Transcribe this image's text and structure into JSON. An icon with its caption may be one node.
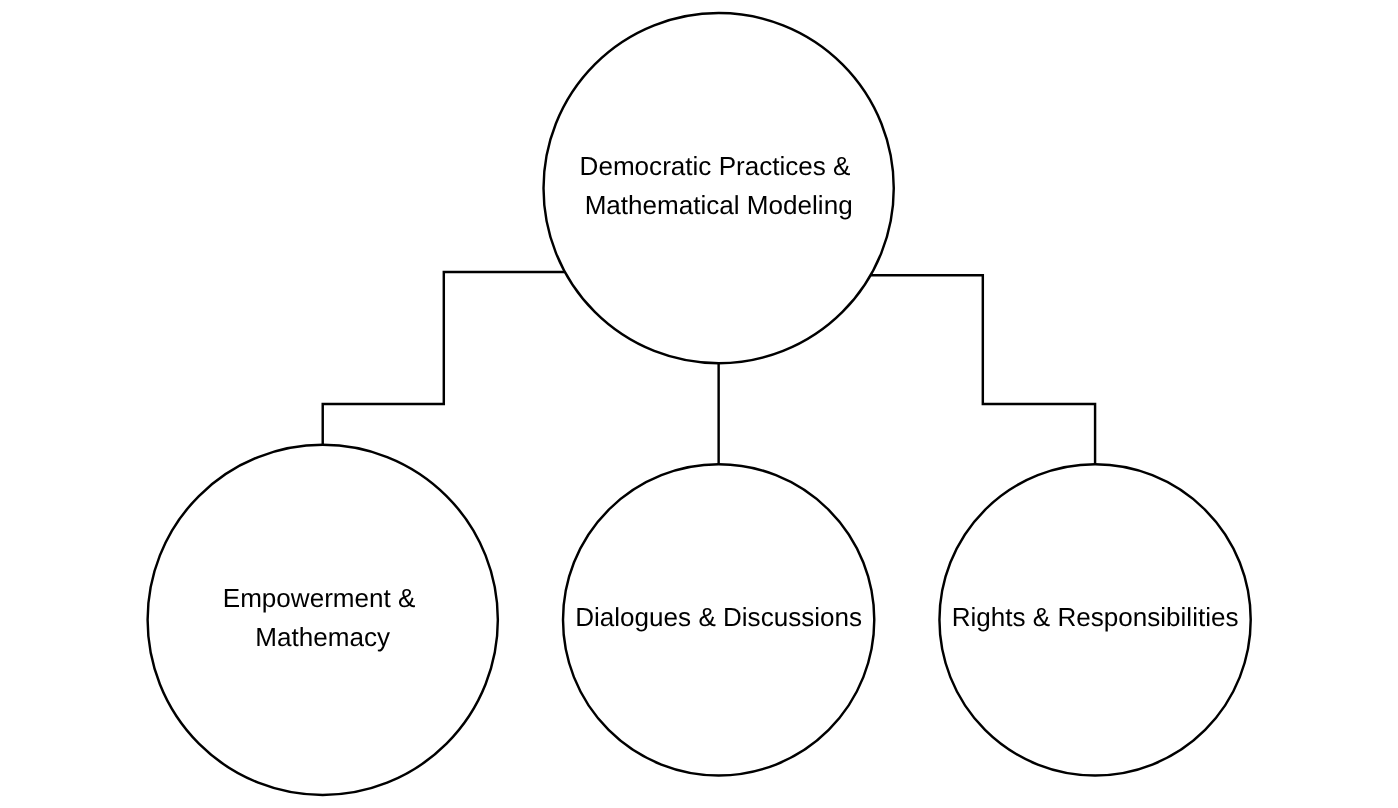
{
  "diagram": {
    "nodes": [
      {
        "text": [
          "Democratic Practices & Mathematical Modeling"
        ]
      },
      {
        "text": [
          "Empowerment & Mathemacy"
        ]
      },
      {
        "text": [
          "Dialogues & Discussions"
        ]
      },
      {
        "text": [
          "Rights & Responsibilities"
        ]
      }
    ],
    "edges": [
      {
        "from": 0,
        "to": 1,
        "arrow": "none"
      },
      {
        "from": 0,
        "to": 2,
        "arrow": "none"
      },
      {
        "from": 0,
        "to": 3,
        "arrow": "none"
      }
    ]
  }
}
